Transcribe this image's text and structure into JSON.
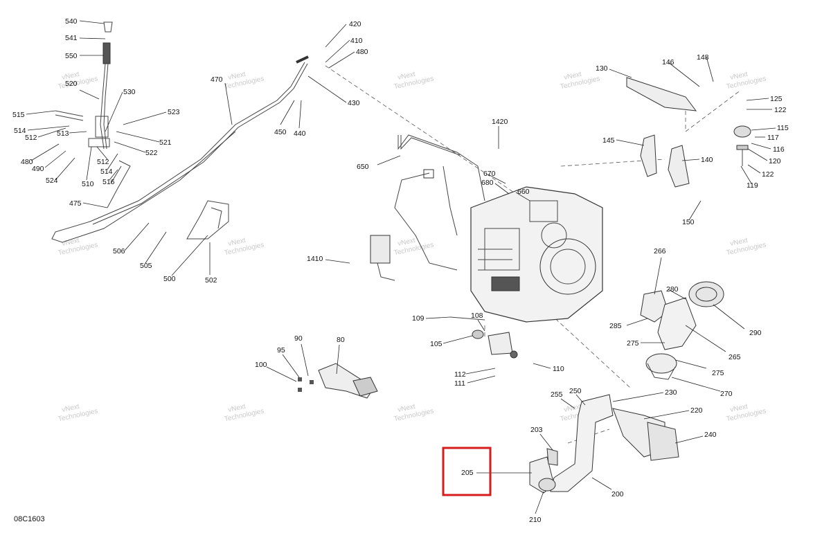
{
  "diagram_code": "08C1603",
  "watermark": {
    "line1": "vNext",
    "line2": "Technologies"
  },
  "highlight": {
    "label": "205",
    "color": "#d61c1c"
  },
  "part_labels": {
    "p540": "540",
    "p541": "541",
    "p550": "550",
    "p520": "520",
    "p530": "530",
    "p515": "515",
    "p514": "514",
    "p512": "512",
    "p513": "513",
    "p523": "523",
    "p521": "521",
    "p522": "522",
    "p512b": "512",
    "p514b": "514",
    "p480": "480",
    "p490": "490",
    "p524": "524",
    "p510": "510",
    "p516": "516",
    "p475": "475",
    "p506": "506",
    "p505": "505",
    "p500": "500",
    "p502": "502",
    "p470": "470",
    "p420": "420",
    "p410": "410",
    "p480b": "480",
    "p430": "430",
    "p450": "450",
    "p440": "440",
    "p130": "130",
    "p146": "146",
    "p148": "148",
    "p125": "125",
    "p122": "122",
    "p115": "115",
    "p117": "117",
    "p116": "116",
    "p120": "120",
    "p122b": "122",
    "p119": "119",
    "p145": "145",
    "p140": "140",
    "p150": "150",
    "p1420": "1420",
    "p650": "650",
    "p670": "670",
    "p680": "680",
    "p660": "660",
    "p1410": "1410",
    "p266": "266",
    "p280": "280",
    "p290": "290",
    "p285": "285",
    "p275": "275",
    "p265": "265",
    "p275b": "275",
    "p270": "270",
    "p109": "109",
    "p108": "108",
    "p105": "105",
    "p112": "112",
    "p111": "111",
    "p110": "110",
    "p90": "90",
    "p95": "95",
    "p80": "80",
    "p100": "100",
    "p255": "255",
    "p250": "250",
    "p230": "230",
    "p220": "220",
    "p240": "240",
    "p203": "203",
    "p205": "205",
    "p200": "200",
    "p210": "210"
  }
}
